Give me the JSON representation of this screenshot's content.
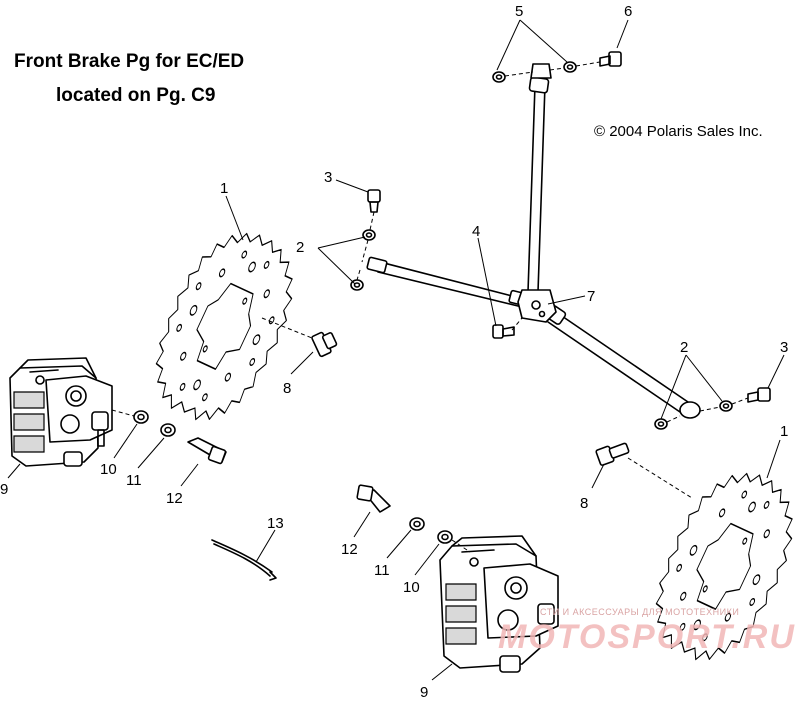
{
  "header": {
    "line1": "Front Brake Pg for EC/ED",
    "line2": "located on Pg. C9"
  },
  "copyright": "© 2004 Polaris Sales Inc.",
  "callouts": {
    "c1a": "1",
    "c1b": "1",
    "c2a": "2",
    "c2b": "2",
    "c3a": "3",
    "c3b": "3",
    "c4": "4",
    "c5": "5",
    "c6": "6",
    "c7": "7",
    "c8a": "8",
    "c8b": "8",
    "c9a": "9",
    "c9b": "9",
    "c10a": "10",
    "c10b": "10",
    "c11a": "11",
    "c11b": "11",
    "c12a": "12",
    "c12b": "12",
    "c13": "13"
  },
  "watermark": {
    "small": "СТИ И АКСЕССУАРЫ ДЛЯ МОТОТЕХНИКИ",
    "big": "MOTOSPORT.RU"
  },
  "colors": {
    "line": "#000000",
    "watermark": "#f1b7b7"
  }
}
